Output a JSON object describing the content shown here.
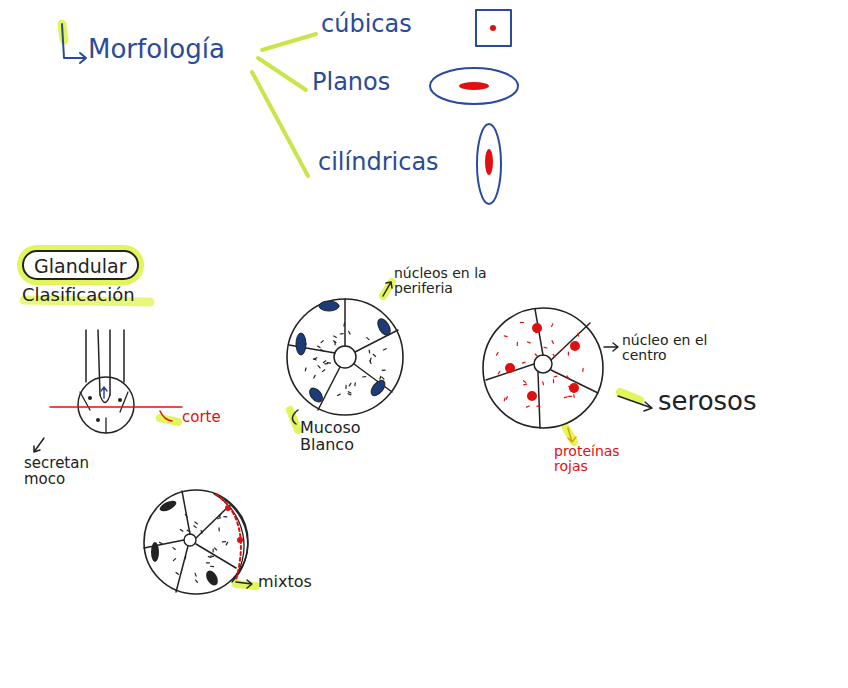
{
  "diagram": {
    "nodes": [
      {
        "text": [
          "Glandular"
        ]
      }
    ],
    "labels": [
      "Morfología",
      "cúbicas",
      "Planos",
      "cilíndricas",
      "Clasificación",
      "corte",
      "secretan moco",
      "núcleos en la periferia",
      "Mucoso Blanco",
      "núcleo en el centro",
      "serosos",
      "proteínas rojas",
      "mixtos"
    ]
  }
}
